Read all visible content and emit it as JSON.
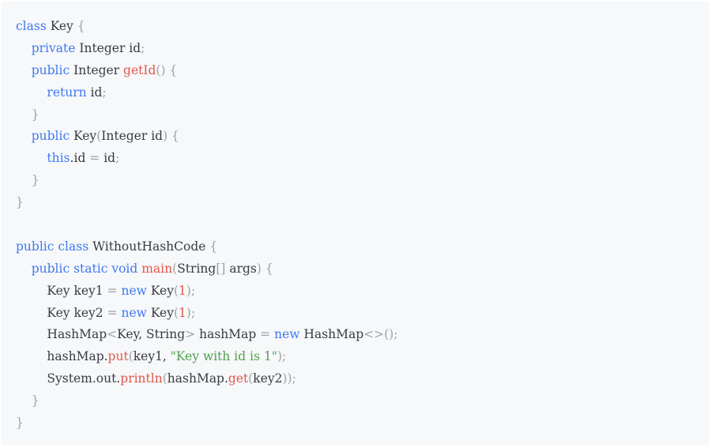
{
  "code_lines": [
    [
      {
        "t": "class",
        "c": "kw"
      },
      {
        "t": " Key "
      },
      {
        "t": "{",
        "c": "punc"
      }
    ],
    [
      {
        "t": "    "
      },
      {
        "t": "private",
        "c": "kw"
      },
      {
        "t": " Integer id"
      },
      {
        "t": ";",
        "c": "punc"
      }
    ],
    [
      {
        "t": "    "
      },
      {
        "t": "public",
        "c": "kw"
      },
      {
        "t": " Integer "
      },
      {
        "t": "getId",
        "c": "fn"
      },
      {
        "t": "() {",
        "c": "punc"
      }
    ],
    [
      {
        "t": "        "
      },
      {
        "t": "return",
        "c": "kw"
      },
      {
        "t": " id"
      },
      {
        "t": ";",
        "c": "punc"
      }
    ],
    [
      {
        "t": "    "
      },
      {
        "t": "}",
        "c": "punc"
      }
    ],
    [
      {
        "t": "    "
      },
      {
        "t": "public",
        "c": "kw"
      },
      {
        "t": " Key"
      },
      {
        "t": "(",
        "c": "punc"
      },
      {
        "t": "Integer id"
      },
      {
        "t": ") {",
        "c": "punc"
      }
    ],
    [
      {
        "t": "        "
      },
      {
        "t": "this",
        "c": "kw"
      },
      {
        "t": "."
      },
      {
        "t": "id "
      },
      {
        "t": "=",
        "c": "punc"
      },
      {
        "t": " id"
      },
      {
        "t": ";",
        "c": "punc"
      }
    ],
    [
      {
        "t": "    "
      },
      {
        "t": "}",
        "c": "punc"
      }
    ],
    [
      {
        "t": "}",
        "c": "punc"
      }
    ],
    [],
    [
      {
        "t": "public",
        "c": "kw"
      },
      {
        "t": " "
      },
      {
        "t": "class",
        "c": "kw"
      },
      {
        "t": " WithoutHashCode "
      },
      {
        "t": "{",
        "c": "punc"
      }
    ],
    [
      {
        "t": "    "
      },
      {
        "t": "public",
        "c": "kw"
      },
      {
        "t": " "
      },
      {
        "t": "static",
        "c": "kw"
      },
      {
        "t": " "
      },
      {
        "t": "void",
        "c": "kw"
      },
      {
        "t": " "
      },
      {
        "t": "main",
        "c": "fn"
      },
      {
        "t": "(",
        "c": "punc"
      },
      {
        "t": "String"
      },
      {
        "t": "[]",
        "c": "punc"
      },
      {
        "t": " args"
      },
      {
        "t": ") {",
        "c": "punc"
      }
    ],
    [
      {
        "t": "        "
      },
      {
        "t": "Key key1 "
      },
      {
        "t": "=",
        "c": "punc"
      },
      {
        "t": " "
      },
      {
        "t": "new",
        "c": "kw"
      },
      {
        "t": " Key"
      },
      {
        "t": "(",
        "c": "punc"
      },
      {
        "t": "1",
        "c": "num"
      },
      {
        "t": ");",
        "c": "punc"
      }
    ],
    [
      {
        "t": "        "
      },
      {
        "t": "Key key2 "
      },
      {
        "t": "=",
        "c": "punc"
      },
      {
        "t": " "
      },
      {
        "t": "new",
        "c": "kw"
      },
      {
        "t": " Key"
      },
      {
        "t": "(",
        "c": "punc"
      },
      {
        "t": "1",
        "c": "num"
      },
      {
        "t": ");",
        "c": "punc"
      }
    ],
    [
      {
        "t": "        "
      },
      {
        "t": "HashMap"
      },
      {
        "t": "<",
        "c": "punc"
      },
      {
        "t": "Key, String"
      },
      {
        "t": ">",
        "c": "punc"
      },
      {
        "t": " hashMap "
      },
      {
        "t": "=",
        "c": "punc"
      },
      {
        "t": " "
      },
      {
        "t": "new",
        "c": "kw"
      },
      {
        "t": " HashMap"
      },
      {
        "t": "<>();",
        "c": "punc"
      }
    ],
    [
      {
        "t": "        "
      },
      {
        "t": "hashMap."
      },
      {
        "t": "put",
        "c": "fn"
      },
      {
        "t": "(",
        "c": "punc"
      },
      {
        "t": "key1, "
      },
      {
        "t": "\"Key with id is 1\"",
        "c": "str"
      },
      {
        "t": ");",
        "c": "punc"
      }
    ],
    [
      {
        "t": "        "
      },
      {
        "t": "System."
      },
      {
        "t": "out."
      },
      {
        "t": "println",
        "c": "fn"
      },
      {
        "t": "(",
        "c": "punc"
      },
      {
        "t": "hashMap."
      },
      {
        "t": "get",
        "c": "fn"
      },
      {
        "t": "(",
        "c": "punc"
      },
      {
        "t": "key2"
      },
      {
        "t": "));",
        "c": "punc"
      }
    ],
    [
      {
        "t": "    "
      },
      {
        "t": "}",
        "c": "punc"
      }
    ],
    [
      {
        "t": "}",
        "c": "punc"
      }
    ]
  ],
  "colors": {
    "background": "#f6f8fa",
    "keyword": "#4078f2",
    "function": "#e45649",
    "string": "#50a14f",
    "punctuation": "#a0a1a7",
    "text": "#383a42"
  }
}
